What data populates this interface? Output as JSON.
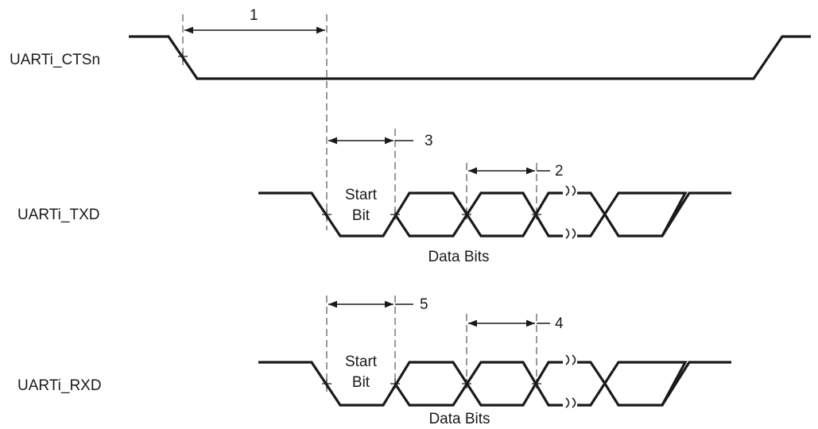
{
  "signals": {
    "cts": {
      "name": "UARTi_CTSn"
    },
    "txd": {
      "name": "UARTi_TXD",
      "start_bit": [
        "Start",
        "Bit"
      ],
      "data_bits": "Data Bits"
    },
    "rxd": {
      "name": "UARTi_RXD",
      "start_bit": [
        "Start",
        "Bit"
      ],
      "data_bits": "Data Bits"
    }
  },
  "timing_parameters": [
    "1",
    "2",
    "3",
    "4",
    "5"
  ]
}
